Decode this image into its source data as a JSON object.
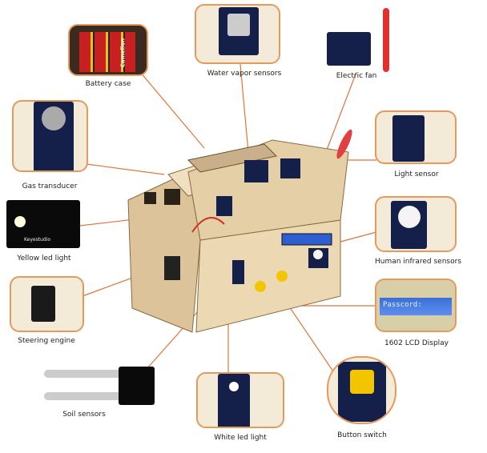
{
  "labels": {
    "battery": "Battery case",
    "water": "Water vapor sensors",
    "fan": "Electric fan",
    "gas": "Gas transducer",
    "light": "Light sensor",
    "yellow": "Yellow led light",
    "pir": "Human infrared sensors",
    "servo": "Steering engine",
    "lcd": "1602 LCD Display",
    "soil": "Soil sensors",
    "white": "White led light",
    "button": "Button switch"
  },
  "lcd_text": "Passcord:",
  "brand": "Keyestudio",
  "battery_brand": "Camelion",
  "colors": {
    "callout": "#e49a5c",
    "leader": "#e0743a",
    "wood": "#e8d3ad",
    "board": "#14204a"
  }
}
